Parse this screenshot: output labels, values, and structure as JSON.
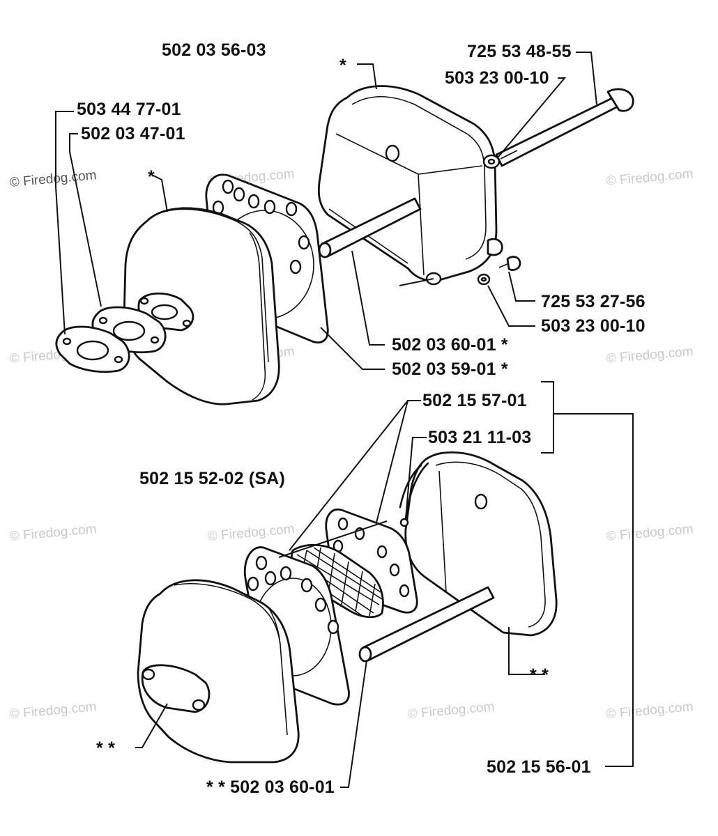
{
  "watermark": {
    "text": "© Firedog.com"
  },
  "labels": {
    "top_assembly": "502 03 56-03",
    "bolt_top": "725 53 48-55",
    "washer_top": "503 23 00-10",
    "gasket_outer": "503 44 77-01",
    "gasket_inner": "502 03 47-01",
    "star_top_front": "*",
    "star_top_rear": "*",
    "screw_small": "725 53 27-56",
    "washer_small": "503 23 00-10",
    "spacer_tube": "502 03 60-01 *",
    "gasket_plate": "502 03 59-01  *",
    "screen_part": "502 15 57-01",
    "clip_part": "503 21 11-03",
    "bottom_assembly": "502 15 52-02 (SA)",
    "rear_star": "* *",
    "front_star": "* *",
    "bottom_spacer": "* *  502 03 60-01",
    "bottom_cover": "502 15 56-01"
  }
}
